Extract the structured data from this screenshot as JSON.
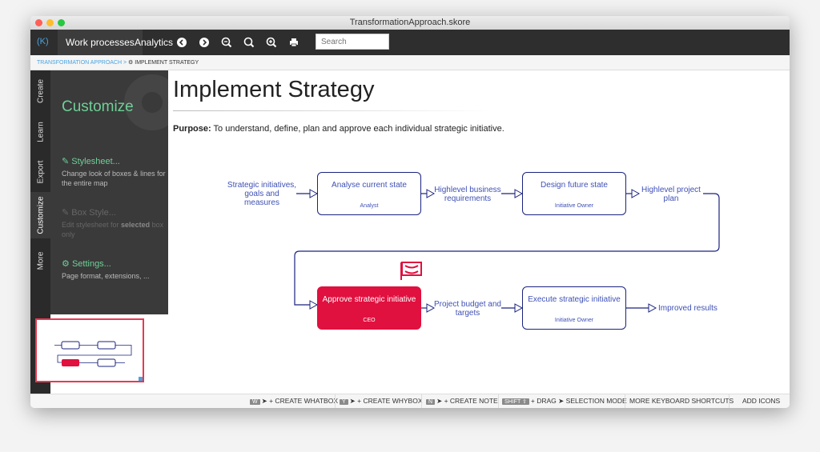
{
  "window": {
    "title": "TransformationApproach.skore"
  },
  "toolbar": {
    "logo": "(K)",
    "nav": [
      "Work processes",
      "Analytics"
    ],
    "search_placeholder": "Search"
  },
  "breadcrumb": {
    "root": "TRANSFORMATION APPROACH",
    "separator": ">",
    "current": "IMPLEMENT STRATEGY"
  },
  "sidetabs": [
    "Create",
    "Learn",
    "Export",
    "Customize",
    "More"
  ],
  "panel": {
    "title": "Customize",
    "items": [
      {
        "title": "Stylesheet...",
        "desc": "Change look of boxes & lines for the entire map"
      },
      {
        "title": "Box Style...",
        "desc_a": "Edit stylesheet for ",
        "desc_b": "selected",
        "desc_c": " box only"
      },
      {
        "title": "Settings...",
        "desc": "Page format, extensions, ..."
      }
    ]
  },
  "page": {
    "title": "Implement Strategy",
    "purpose_label": "Purpose:",
    "purpose_text": "To understand, define, plan and approve each individual strategic initiative."
  },
  "diagram": {
    "inputs": [
      "Strategic initiatives,",
      "goals and",
      "measures"
    ],
    "box1": {
      "title": "Analyse current state",
      "role": "Analyst"
    },
    "mid1": [
      "Highlevel business",
      "requirements"
    ],
    "box2": {
      "title": "Design future state",
      "role": "Initiative Owner"
    },
    "mid2": [
      "Highlevel project",
      "plan"
    ],
    "box3": {
      "title": "Approve strategic initiative",
      "role": "CEO"
    },
    "mid3": [
      "Project budget and",
      "targets"
    ],
    "box4": {
      "title": "Execute strategic initiative",
      "role": "Initiative Owner"
    },
    "output": "Improved results",
    "colors": {
      "accent": "#1a237e",
      "text": "#3f51b5",
      "highlight": "#e0103f"
    }
  },
  "statusbar": {
    "whatbox": {
      "key": "W",
      "text": "+ CREATE WHATBOX"
    },
    "whybox": {
      "key": "Y",
      "text": "+ CREATE WHYBOX"
    },
    "note": {
      "key": "N",
      "text": "+ CREATE NOTE"
    },
    "selection": {
      "key": "SHIFT ⇧",
      "text": "+ DRAG",
      "text2": "SELECTION MODE"
    },
    "shortcuts": "MORE KEYBOARD SHORTCUTS",
    "icons": "ADD ICONS"
  }
}
